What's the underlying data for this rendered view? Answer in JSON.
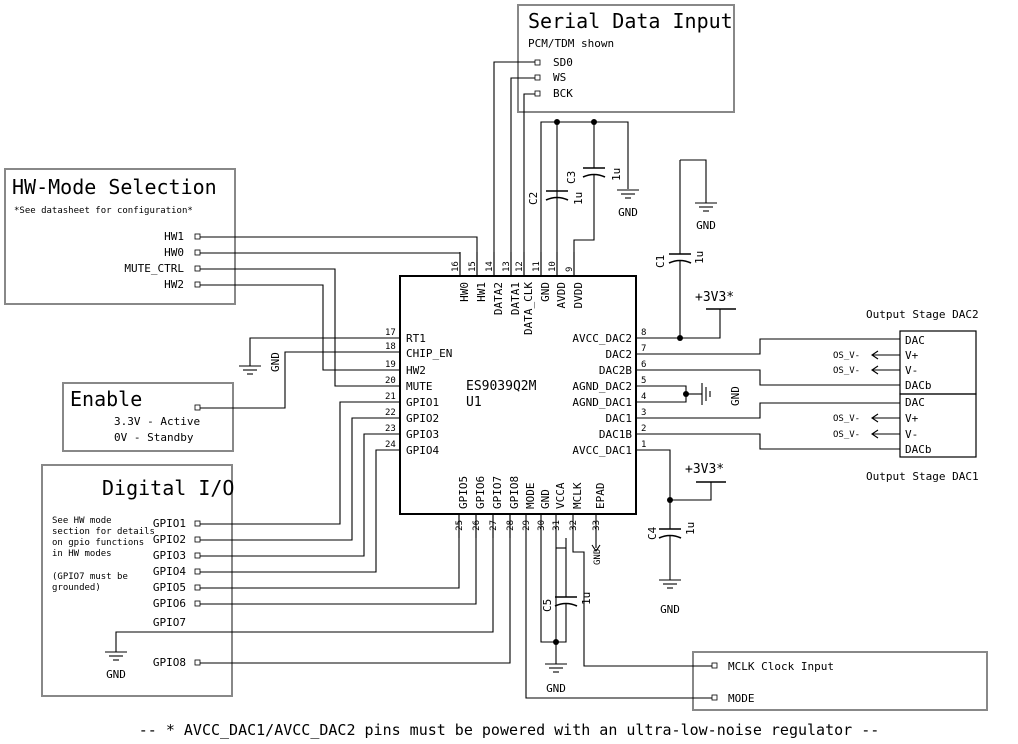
{
  "title_serial": "Serial Data Input",
  "serial_sub": "PCM/TDM shown",
  "serial_pins": [
    "SD0",
    "WS",
    "BCK"
  ],
  "title_hwmode": "HW-Mode Selection",
  "hwmode_sub": "*See datasheet for configuration*",
  "hwmode_ports": [
    "HW1",
    "HW0",
    "MUTE_CTRL",
    "HW2"
  ],
  "title_enable": "Enable",
  "enable_lines": [
    "3.3V - Active",
    "0V - Standby"
  ],
  "title_dio": "Digital I/O",
  "dio_note": [
    "See HW mode",
    "section for details",
    "on gpio functions",
    "in HW modes",
    "(GPIO7 must be",
    "grounded)"
  ],
  "dio_ports": [
    "GPIO1",
    "GPIO2",
    "GPIO3",
    "GPIO4",
    "GPIO5",
    "GPIO6",
    "GPIO7",
    "GPIO8"
  ],
  "chip": {
    "name": "ES9039Q2M",
    "ref": "U1",
    "left_pins": [
      {
        "num": "17",
        "name": "RT1"
      },
      {
        "num": "18",
        "name": "CHIP_EN"
      },
      {
        "num": "19",
        "name": "HW2"
      },
      {
        "num": "20",
        "name": "MUTE"
      },
      {
        "num": "21",
        "name": "GPIO1"
      },
      {
        "num": "22",
        "name": "GPIO2"
      },
      {
        "num": "23",
        "name": "GPIO3"
      },
      {
        "num": "24",
        "name": "GPIO4"
      }
    ],
    "right_pins": [
      {
        "num": "8",
        "name": "AVCC_DAC2"
      },
      {
        "num": "7",
        "name": "DAC2"
      },
      {
        "num": "6",
        "name": "DAC2B"
      },
      {
        "num": "5",
        "name": "AGND_DAC2"
      },
      {
        "num": "4",
        "name": "AGND_DAC1"
      },
      {
        "num": "3",
        "name": "DAC1"
      },
      {
        "num": "2",
        "name": "DAC1B"
      },
      {
        "num": "1",
        "name": "AVCC_DAC1"
      }
    ],
    "top_pins": [
      {
        "num": "16",
        "name": "HW0"
      },
      {
        "num": "15",
        "name": "HW1"
      },
      {
        "num": "14",
        "name": "DATA2"
      },
      {
        "num": "13",
        "name": "DATA1"
      },
      {
        "num": "12",
        "name": "DATA_CLK"
      },
      {
        "num": "11",
        "name": "GND"
      },
      {
        "num": "10",
        "name": "AVDD"
      },
      {
        "num": "9",
        "name": "DVDD"
      }
    ],
    "bottom_pins": [
      {
        "num": "25",
        "name": "GPIO5"
      },
      {
        "num": "26",
        "name": "GPIO6"
      },
      {
        "num": "27",
        "name": "GPIO7"
      },
      {
        "num": "28",
        "name": "GPIO8"
      },
      {
        "num": "29",
        "name": "MODE"
      },
      {
        "num": "30",
        "name": "GND"
      },
      {
        "num": "31",
        "name": "VCCA"
      },
      {
        "num": "32",
        "name": "MCLK"
      },
      {
        "num": "33",
        "name": "EPAD"
      }
    ]
  },
  "caps": {
    "c1": {
      "ref": "C1",
      "val": "1u"
    },
    "c2": {
      "ref": "C2",
      "val": "1u"
    },
    "c3": {
      "ref": "C3",
      "val": "1u"
    },
    "c4": {
      "ref": "C4",
      "val": "1u"
    },
    "c5": {
      "ref": "C5",
      "val": "1u"
    }
  },
  "gnd": "GND",
  "supply": "+3V3*",
  "output_dac2": {
    "title": "Output Stage DAC2",
    "pins": [
      "DAC",
      "V+",
      "V-",
      "DACb"
    ]
  },
  "output_dac1": {
    "title": "Output Stage DAC1",
    "pins": [
      "DAC",
      "V+",
      "V-",
      "DACb"
    ]
  },
  "os_v": "OS_V-",
  "mclk_port": "MCLK Clock Input",
  "mode_port": "MODE",
  "footer": "-- * AVCC_DAC1/AVCC_DAC2 pins must be powered with an ultra-low-noise regulator --"
}
